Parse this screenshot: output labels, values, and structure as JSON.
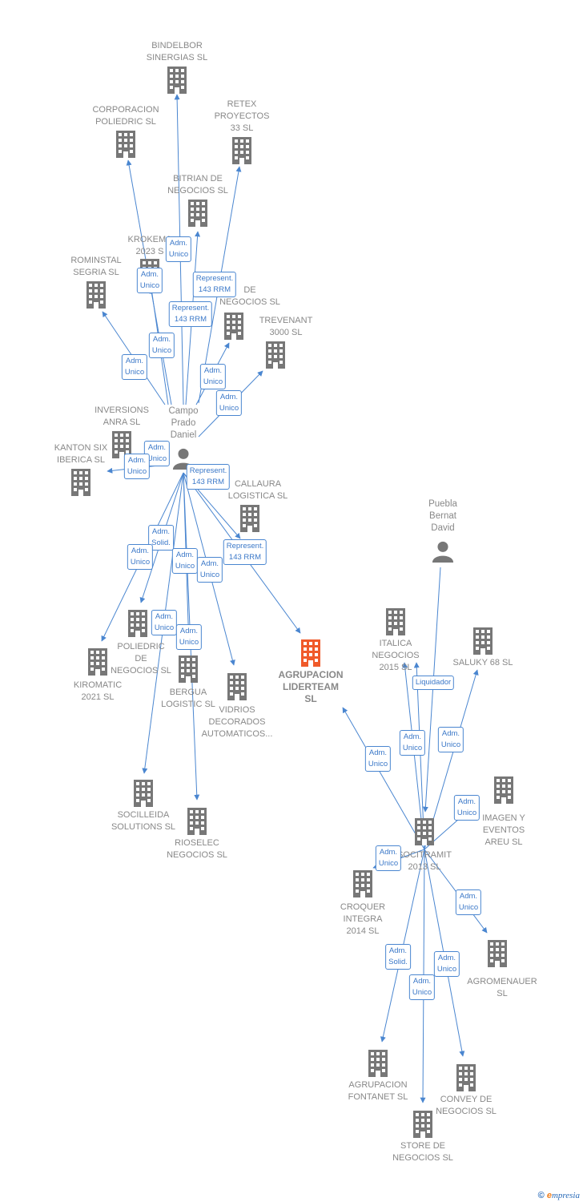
{
  "colors": {
    "edge": "#4a86d0",
    "building": "#777777",
    "highlight": "#f05a2a",
    "person": "#777777"
  },
  "nodes": [
    {
      "id": "bindelbor",
      "label": "BINDELBOR\nSINERGIAS  SL",
      "icon": "building-icon"
    },
    {
      "id": "corporacion",
      "label": "CORPORACION\nPOLIEDRIC SL",
      "icon": "building-icon"
    },
    {
      "id": "retex",
      "label": "RETEX\nPROYECTOS\n33  SL",
      "icon": "building-icon"
    },
    {
      "id": "bitrian",
      "label": "BITRIAN DE\nNEGOCIOS  SL",
      "icon": "building-icon"
    },
    {
      "id": "krokema",
      "label": "KROKEMA\n2023  S",
      "icon": "building-icon"
    },
    {
      "id": "rominstal",
      "label": "ROMINSTAL\nSEGRIA  SL",
      "icon": "building-icon"
    },
    {
      "id": "negocios_de",
      "label": "DE\nNEGOCIOS  SL",
      "icon": "building-icon"
    },
    {
      "id": "trevenant",
      "label": "TREVENANT\n3000  SL",
      "icon": "building-icon"
    },
    {
      "id": "inversions",
      "label": "INVERSIONS\nANRA  SL",
      "icon": "building-icon"
    },
    {
      "id": "kanton",
      "label": "KANTON SIX\nIBERICA  SL",
      "icon": "building-icon"
    },
    {
      "id": "callaura",
      "label": "CALLAURA\nLOGISTICA  SL",
      "icon": "building-icon"
    },
    {
      "id": "poliedric",
      "label": "POLIEDRIC\nDE\nNEGOCIOS SL",
      "icon": "building-icon"
    },
    {
      "id": "kiromatic",
      "label": "KIROMATIC\n2021  SL",
      "icon": "building-icon"
    },
    {
      "id": "bergua",
      "label": "BERGUA\nLOGISTIC  SL",
      "icon": "building-icon"
    },
    {
      "id": "vidrios",
      "label": "VIDRIOS\nDECORADOS\nAUTOMATICOS...",
      "icon": "building-icon"
    },
    {
      "id": "agrupacion",
      "label": "AGRUPACION\nLIDERTEAM\nSL",
      "icon": "building-icon",
      "main": true
    },
    {
      "id": "socilleida",
      "label": "SOCILLEIDA\nSOLUTIONS SL",
      "icon": "building-icon"
    },
    {
      "id": "rioselec",
      "label": "RIOSELEC\nNEGOCIOS  SL",
      "icon": "building-icon"
    },
    {
      "id": "italica",
      "label": "ITALICA\nNEGOCIOS\n2015  SL",
      "icon": "building-icon"
    },
    {
      "id": "saluky",
      "label": "SALUKY 68  SL",
      "icon": "building-icon"
    },
    {
      "id": "imagen",
      "label": "IMAGEN Y\nEVENTOS\nAREU SL",
      "icon": "building-icon"
    },
    {
      "id": "socitramit",
      "label": "SOCITRAMIT\n2013 SL",
      "icon": "building-icon"
    },
    {
      "id": "croquer",
      "label": "CROQUER\nINTEGRA\n2014  SL",
      "icon": "building-icon"
    },
    {
      "id": "agromenauer",
      "label": "AGROMENAUER\nSL",
      "icon": "building-icon"
    },
    {
      "id": "fontanet",
      "label": "AGRUPACION\nFONTANET SL",
      "icon": "building-icon"
    },
    {
      "id": "convey",
      "label": "CONVEY DE\nNEGOCIOS  SL",
      "icon": "building-icon"
    },
    {
      "id": "store",
      "label": "STORE DE\nNEGOCIOS  SL",
      "icon": "building-icon"
    }
  ],
  "persons": [
    {
      "id": "campo",
      "label": "Campo\nPrado\nDaniel",
      "icon": "person-icon"
    },
    {
      "id": "puebla",
      "label": "Puebla\nBernat\nDavid",
      "icon": "person-icon"
    }
  ],
  "edges": [
    {
      "from": "campo",
      "to": "bindelbor",
      "label": "Adm.\nUnico"
    },
    {
      "from": "campo",
      "to": "corporacion",
      "label": "Adm.\nUnico"
    },
    {
      "from": "campo",
      "to": "retex",
      "label": "Represent.\n143 RRM"
    },
    {
      "from": "campo",
      "to": "bitrian",
      "label": "Represent.\n143 RRM"
    },
    {
      "from": "campo",
      "to": "krokema",
      "label": "Adm.\nUnico"
    },
    {
      "from": "campo",
      "to": "rominstal",
      "label": "Adm.\nUnico"
    },
    {
      "from": "campo",
      "to": "negocios_de",
      "label": "Adm.\nUnico"
    },
    {
      "from": "campo",
      "to": "trevenant",
      "label": "Adm.\nUnico"
    },
    {
      "from": "campo",
      "to": "inversions",
      "label": "Adm.\nUnico"
    },
    {
      "from": "campo",
      "to": "kanton",
      "label": "Adm.\nUnico"
    },
    {
      "from": "campo",
      "to": "callaura",
      "label": "Represent.\n143 RRM"
    },
    {
      "from": "campo",
      "to": "poliedric",
      "label": "Adm.\nSolid."
    },
    {
      "from": "campo",
      "to": "kiromatic",
      "label": "Adm.\nUnico"
    },
    {
      "from": "campo",
      "to": "bergua",
      "label": "Adm.\nUnico"
    },
    {
      "from": "campo",
      "to": "vidrios",
      "label": "Adm.\nUnico"
    },
    {
      "from": "campo",
      "to": "agrupacion",
      "label": "Represent.\n143 RRM"
    },
    {
      "from": "campo",
      "to": "socilleida",
      "label": "Adm.\nUnico"
    },
    {
      "from": "campo",
      "to": "rioselec",
      "label": "Adm.\nUnico"
    },
    {
      "from": "puebla",
      "to": "socitramit",
      "label": ""
    },
    {
      "from": "socitramit",
      "to": "italica",
      "label": "Adm.\nUnico"
    },
    {
      "from": "socitramit",
      "to": "italica",
      "label": "Liquidador"
    },
    {
      "from": "socitramit",
      "to": "saluky",
      "label": "Adm.\nUnico"
    },
    {
      "from": "socitramit",
      "to": "agrupacion",
      "label": "Adm.\nUnico"
    },
    {
      "from": "socitramit",
      "to": "imagen",
      "label": "Adm.\nUnico"
    },
    {
      "from": "socitramit",
      "to": "croquer",
      "label": "Adm.\nUnico"
    },
    {
      "from": "socitramit",
      "to": "agromenauer",
      "label": "Adm.\nUnico"
    },
    {
      "from": "socitramit",
      "to": "fontanet",
      "label": "Adm.\nSolid."
    },
    {
      "from": "socitramit",
      "to": "convey",
      "label": "Adm.\nUnico"
    },
    {
      "from": "socitramit",
      "to": "store",
      "label": "Adm.\nUnico"
    }
  ],
  "footer": {
    "copyright": "©",
    "brand_e": "e",
    "brand_rest": "mpresia"
  }
}
